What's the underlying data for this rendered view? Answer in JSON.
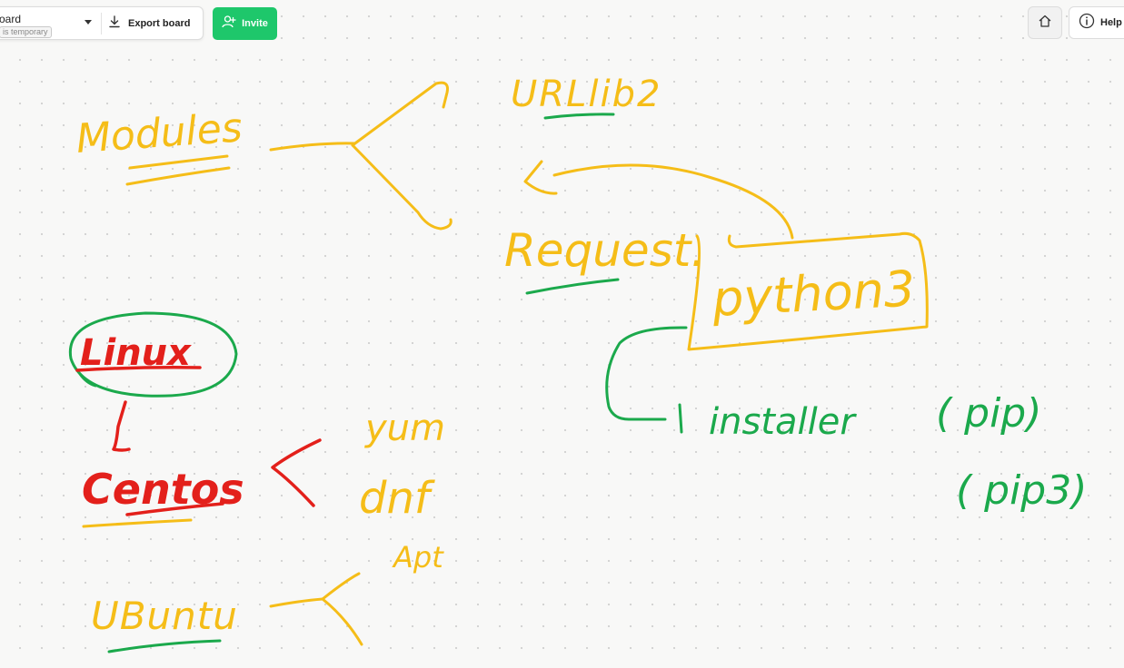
{
  "toolbar": {
    "board_title": "oard",
    "temp_notice": "is temporary",
    "export_label": "Export board",
    "invite_label": "Invite",
    "help_label": "Help"
  },
  "icons": {
    "dropdown": "chevron-down-icon",
    "export": "download-icon",
    "invite": "add-user-icon",
    "home": "home-icon",
    "help": "info-icon"
  },
  "colors": {
    "ink_yellow": "#f5bd18",
    "ink_green": "#1ba94c",
    "ink_red": "#e3201b",
    "invite_green": "#1ec76b"
  },
  "canvas": {
    "words": {
      "modules": "Modules",
      "urllib2": "URLlib2",
      "request": "Request.",
      "python3": "python3",
      "installer": "installer",
      "pip": "( pip)",
      "pip3": "( pip3)",
      "linux": "Linux",
      "centos": "Centos",
      "yum": "yum",
      "dnf": "dnf",
      "apt": "Apt",
      "ubuntu": "UBuntu"
    }
  }
}
